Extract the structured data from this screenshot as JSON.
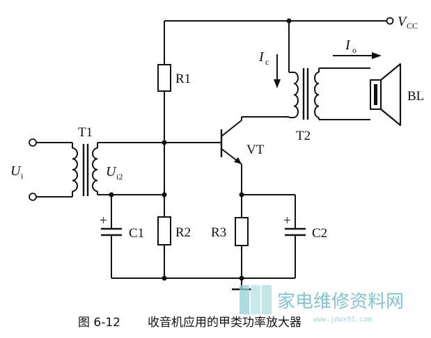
{
  "labels": {
    "vcc": "V",
    "vcc_sub": "CC",
    "r1": "R1",
    "r2": "R2",
    "r3": "R3",
    "c1": "C1",
    "c2": "C2",
    "t1": "T1",
    "t2": "T2",
    "vt": "VT",
    "bl": "BL",
    "ic": "I",
    "ic_sub": "c",
    "io": "I",
    "io_sub": "o",
    "ui": "U",
    "ui_sub": "i",
    "ui2": "U",
    "ui2_sub": "i2",
    "plus": "+"
  },
  "caption": {
    "figure_no": "图 6-12",
    "title": "收音机应用的甲类功率放大器"
  },
  "watermark": {
    "text": "家电维修资料网",
    "url": "www.jdwx01.com"
  }
}
